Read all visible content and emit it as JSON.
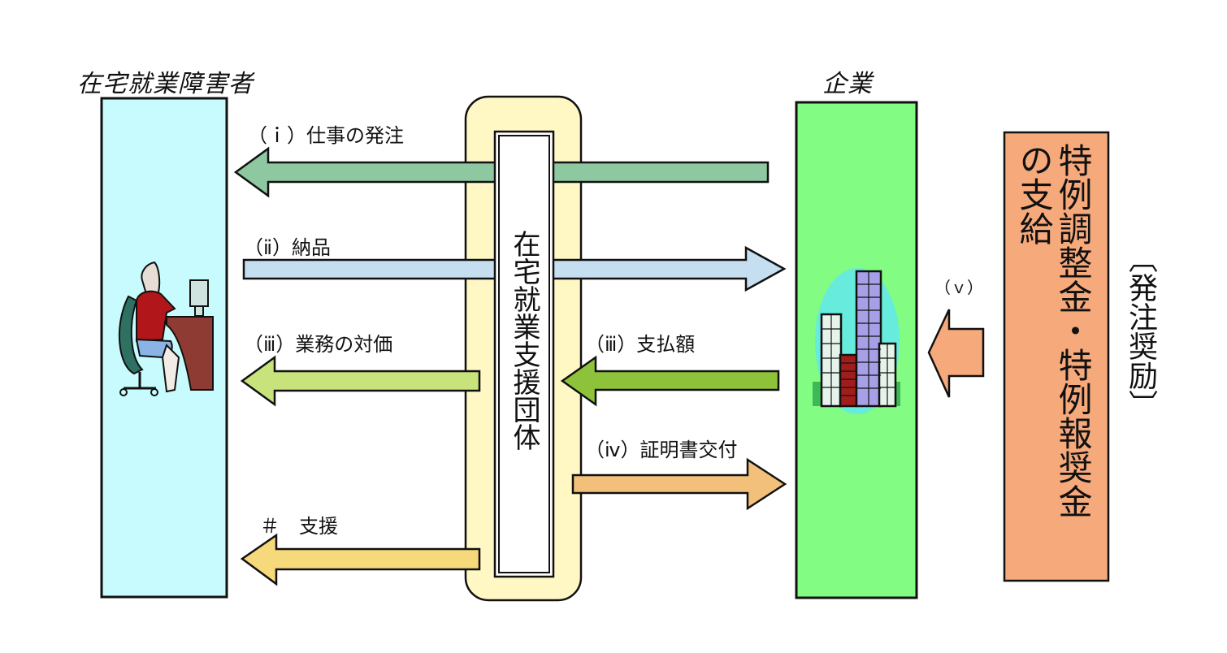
{
  "diagram": {
    "left_actor": {
      "title": "在宅就業障害者",
      "icon": "worker-at-desk-icon",
      "fill": "#c8fbfd"
    },
    "right_actor": {
      "title": "企業",
      "icon": "office-buildings-icon",
      "fill": "#82fc82"
    },
    "middle_org": {
      "title": "在宅就業支援団体",
      "fill": "#fff8c4"
    },
    "grant_box": {
      "bracket_text": "〔発注奨励〕",
      "lines": [
        "特例調整金・特例報奨金",
        "の支給"
      ],
      "fill": "#f6a97b"
    },
    "flows": [
      {
        "label": "（ｉ）仕事の発注",
        "from": "企業",
        "to": "在宅就業障害者",
        "color": "#8ec8a0"
      },
      {
        "label": "（ⅱ）納品",
        "from": "在宅就業障害者",
        "to": "企業",
        "color": "#c5def0"
      },
      {
        "label": "（ⅲ）業務の対価",
        "from": "在宅就業支援団体",
        "to": "在宅就業障害者",
        "color": "#c9e37c"
      },
      {
        "label": "（ⅲ）支払額",
        "from": "企業",
        "to": "在宅就業支援団体",
        "color": "#8fc23b"
      },
      {
        "label": "（ⅳ）証明書交付",
        "from": "在宅就業支援団体",
        "to": "企業",
        "color": "#f2c07a"
      },
      {
        "label": "＃　支援",
        "from": "在宅就業支援団体",
        "to": "在宅就業障害者",
        "color": "#f6d97a"
      },
      {
        "label": "（ｖ）",
        "from": "発注奨励",
        "to": "企業",
        "color": "#f6a97b"
      }
    ]
  }
}
